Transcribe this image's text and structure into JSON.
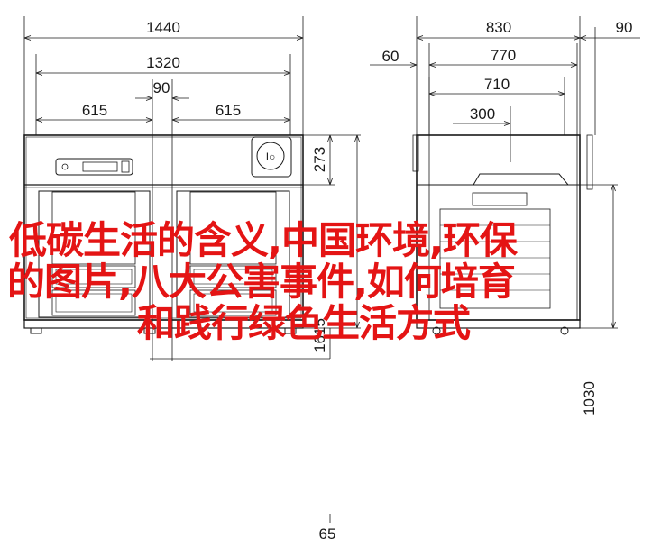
{
  "dimensions": {
    "front_total_width": "1440",
    "front_inner_width": "1320",
    "front_gap": "90",
    "door_left": "615",
    "door_right": "615",
    "top_section": "273",
    "front_height": "1615",
    "feet": "65",
    "side_depth": "830",
    "side_770": "770",
    "side_710": "710",
    "side_300": "300",
    "side_offset": "60",
    "side_extra": "90",
    "side_height": "1030"
  },
  "overlay_text": {
    "line1": "低碳生活的含义,中国环境,环保",
    "line2": "的图片,八大公害事件,如何培育",
    "line3": "和践行绿色生活方式"
  },
  "colors": {
    "line": "#1a1a1a",
    "overlay_text": "#e41414"
  }
}
